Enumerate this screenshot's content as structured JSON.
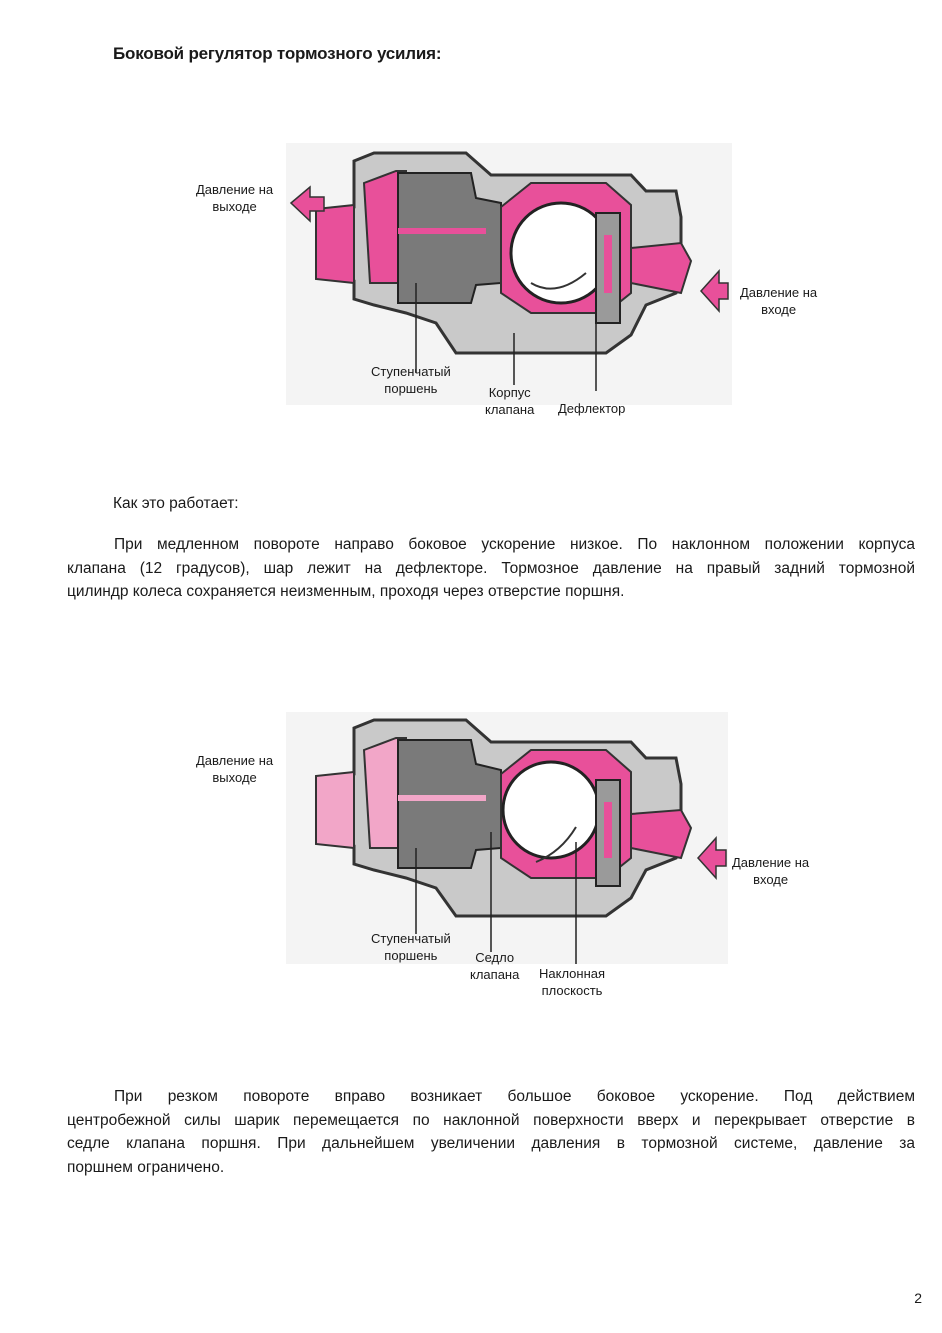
{
  "page": {
    "title": "Боковой регулятор тормозного усилия:",
    "page_number": "2"
  },
  "diagram1": {
    "labels": {
      "output_pressure": [
        "Давление на",
        "выходе"
      ],
      "input_pressure": [
        "Давление на",
        "входе"
      ],
      "stepped_piston": [
        "Ступенчатый",
        "поршень"
      ],
      "valve_body": [
        "Корпус",
        "клапана"
      ],
      "deflector": "Дефлектор"
    },
    "colors": {
      "fluid": "#e8509a",
      "body": "#c9c9c9",
      "metal": "#7a7a7a",
      "outline": "#333333",
      "ball": "#ffffff"
    }
  },
  "section": {
    "heading": "Как это работает:",
    "paragraph1": [
      "При медленном повороте направо боковое ускорение низкое. По наклонном положении корпуса",
      "клапана (12 градусов), шар лежит на дефлекторе. Тормозное давление на правый задний тормозной",
      "цилиндр колеса сохраняется неизменным, проходя через отверстие поршня."
    ]
  },
  "diagram2": {
    "labels": {
      "output_pressure": [
        "Давление на",
        "выходе"
      ],
      "input_pressure": [
        "Давление на",
        "входе"
      ],
      "stepped_piston": [
        "Ступенчатый",
        "поршень"
      ],
      "valve_seat": [
        "Седло",
        "клапана"
      ],
      "inclined_plane": [
        "Наклонная",
        "плоскость"
      ]
    },
    "colors": {
      "fluid": "#e8509a",
      "fluid_light": "#f2a6c8"
    }
  },
  "paragraph2": [
    "При резком повороте вправо возникает большое боковое ускорение. Под действием",
    "центробежной силы шарик перемещается по наклонной поверхности вверх и перекрывает отверстие в",
    "седле клапана поршня. При дальнейшем увеличении давления в тормозной системе, давление за",
    "поршнем ограничено."
  ]
}
